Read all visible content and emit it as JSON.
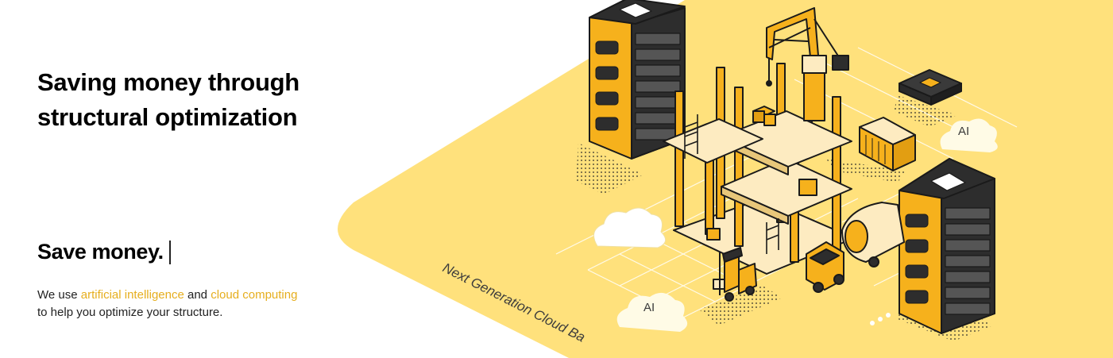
{
  "hero": {
    "title_line1": "Saving money through",
    "title_line2": "structural optimization",
    "typed_text": "Save money.",
    "description": {
      "prefix": "We use ",
      "highlight1": "artificial intelligence",
      "middle": " and ",
      "highlight2": "cloud computing",
      "line2": "to help you optimize your structure."
    }
  },
  "illustration": {
    "caption": "Next Generation Cloud Ba",
    "ai_label_1": "AI",
    "ai_label_2": "AI"
  },
  "colors": {
    "accent": "#e6ae1e",
    "platform": "#ffe17c",
    "server_body": "#f6b11c",
    "ink": "#1a1a1a"
  }
}
